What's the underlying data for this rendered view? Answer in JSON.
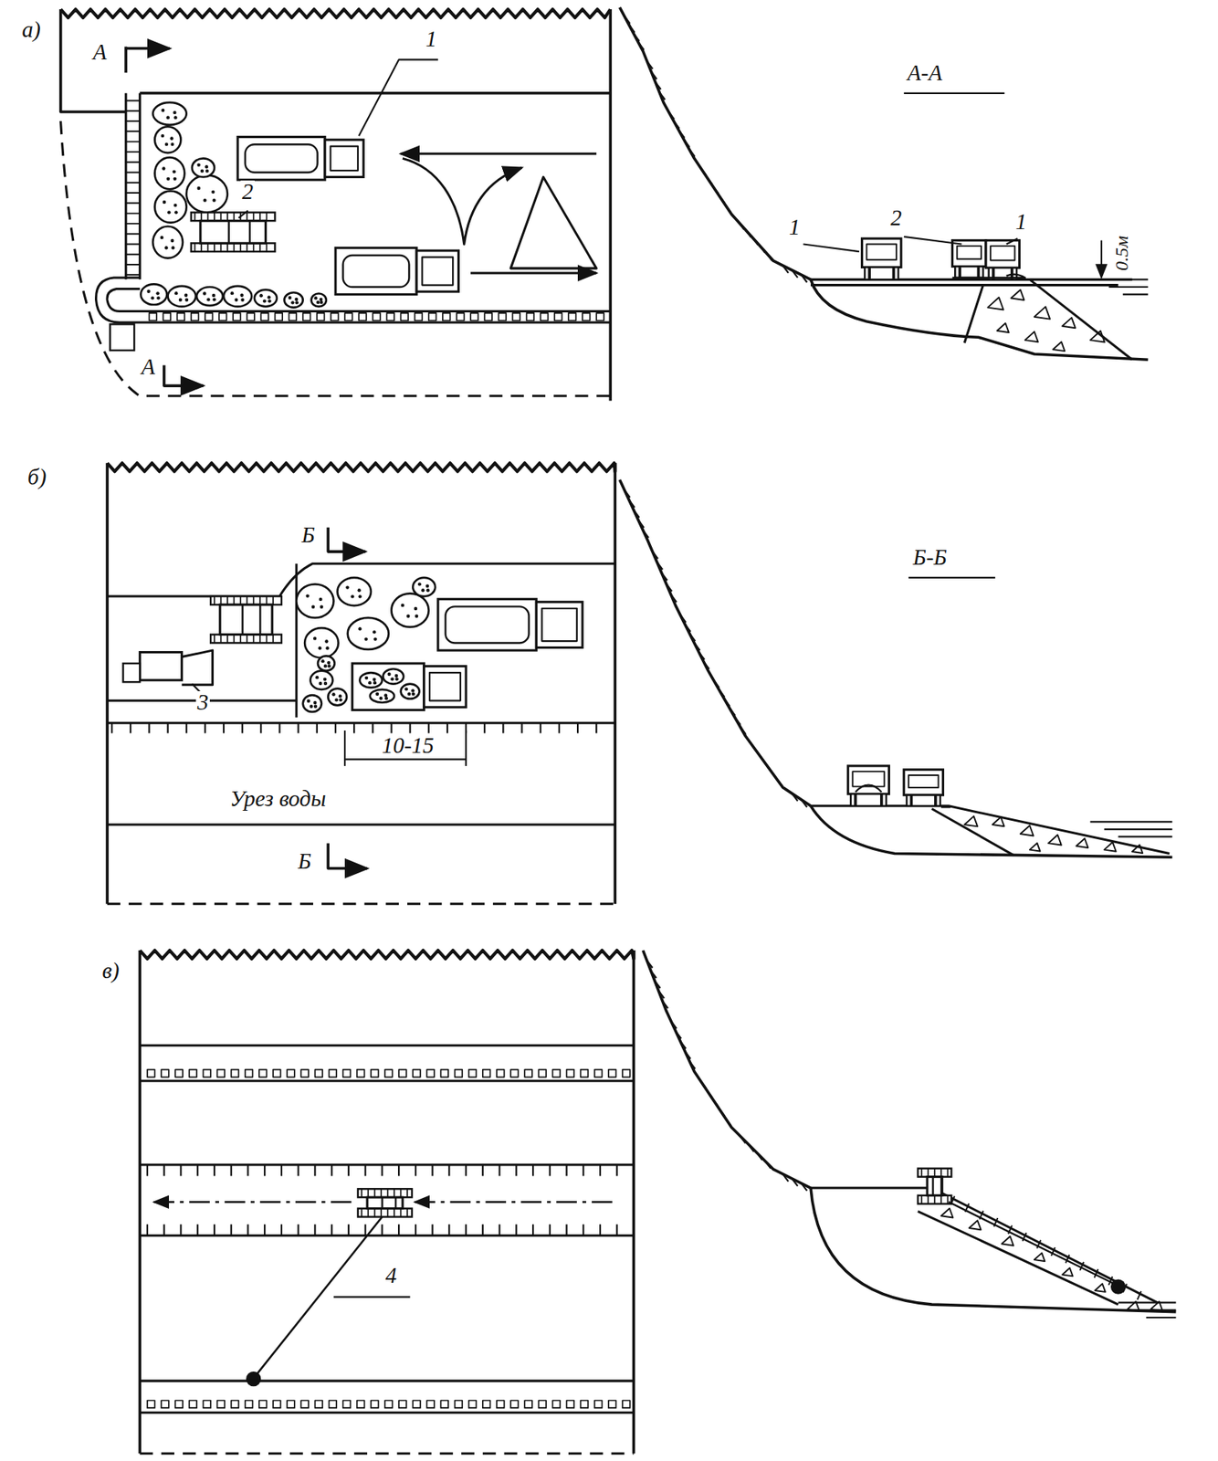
{
  "diagram": {
    "labels": [
      "а)",
      "А",
      "1",
      "2",
      "А",
      "А-А",
      "1",
      "2",
      "1",
      "0.5м",
      "б)",
      "Б",
      "Б-Б",
      "3",
      "10-15",
      "Урез воды",
      "Б",
      "в)",
      "4"
    ]
  }
}
